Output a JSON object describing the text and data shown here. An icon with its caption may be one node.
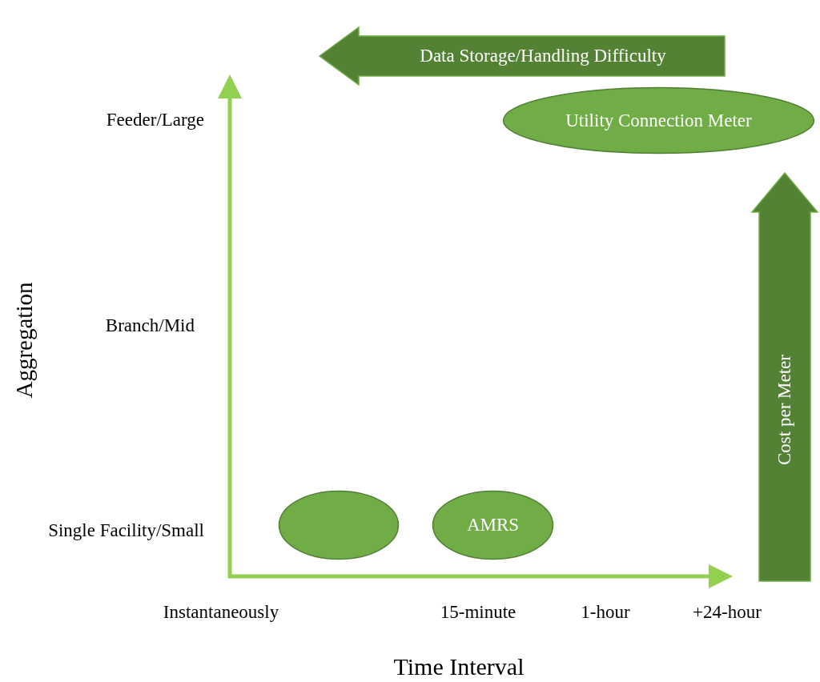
{
  "diagram": {
    "nodes": [
      {
        "text": [
          "Data Storage/Handling Difficulty"
        ]
      },
      {
        "text": [
          "Utility Connection Meter"
        ]
      },
      {
        "text": [
          "Cost per Meter"
        ]
      },
      {
        "text": [],
        "shape": "ellipse"
      },
      {
        "text": [
          "AMRS"
        ]
      }
    ],
    "labels": [
      "Feeder/Large",
      "Branch/Mid",
      "Aggregation",
      "Single Facility/Small",
      "Instantaneously",
      "15-minute",
      "1-hour",
      "+24-hour",
      "Time Interval"
    ]
  }
}
